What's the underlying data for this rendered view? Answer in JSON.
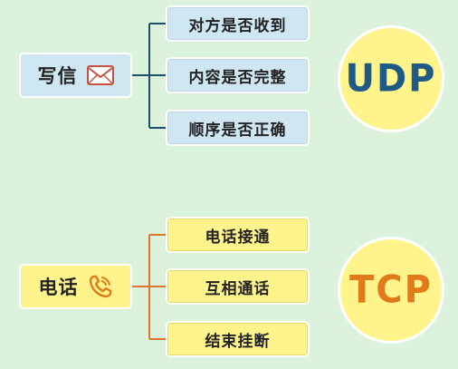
{
  "colors": {
    "background": "#dcf2dc",
    "blue_box": "#cfe6f3",
    "yellow_box": "#fff48c",
    "blue_line": "#1f4e6b",
    "orange_line": "#d9772a",
    "udp_text": "#1f5a86",
    "tcp_text": "#e07a1a"
  },
  "top": {
    "root_label": "写信",
    "root_icon": "envelope-icon",
    "items": [
      "对方是否收到",
      "内容是否完整",
      "顺序是否正确"
    ],
    "protocol": "UDP"
  },
  "bottom": {
    "root_label": "电话",
    "root_icon": "phone-icon",
    "items": [
      "电话接通",
      "互相通话",
      "结束挂断"
    ],
    "protocol": "TCP"
  }
}
